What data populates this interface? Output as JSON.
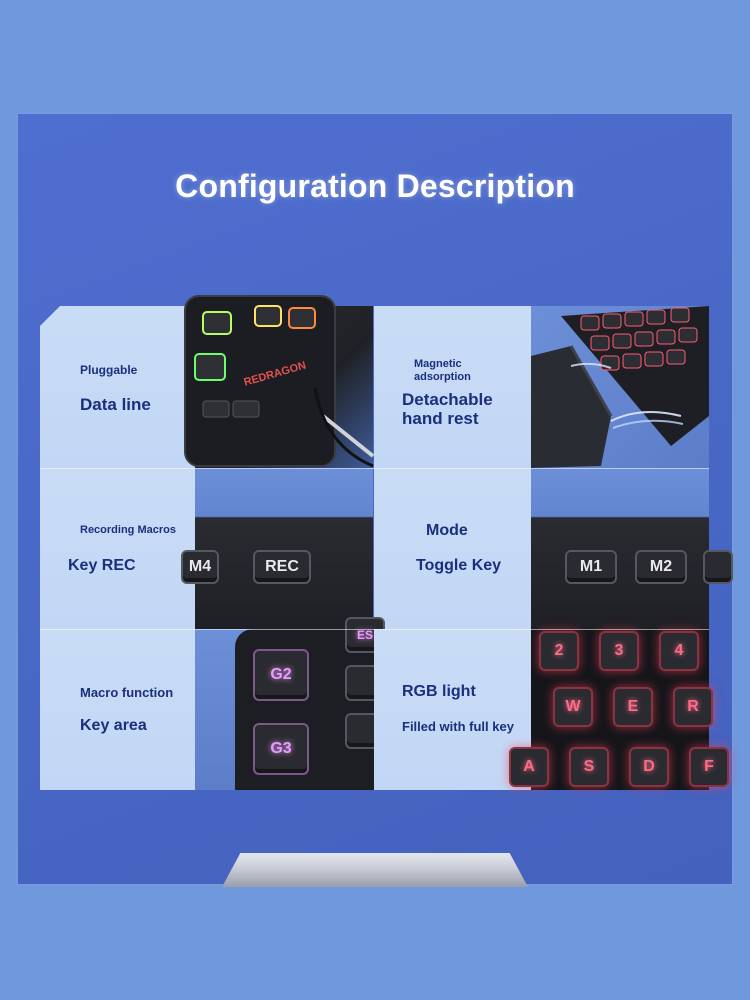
{
  "title": "Configuration Description",
  "colors": {
    "background": "#6f98dd",
    "panel": "#4a68c6",
    "card_label_bg": "#c6d9f5",
    "label_text": "#1a2f7d"
  },
  "cards": [
    {
      "small": "Pluggable",
      "large": "Data line",
      "photo_keys": []
    },
    {
      "small": "Magnetic adsorption",
      "large": "Detachable hand rest",
      "photo_keys": []
    },
    {
      "small": "Recording Macros",
      "large": "Key REC",
      "photo_keys": [
        "M4",
        "REC"
      ]
    },
    {
      "small": "Mode",
      "large": "Toggle Key",
      "photo_keys": [
        "M1",
        "M2"
      ]
    },
    {
      "small": "Macro function",
      "large": "Key area",
      "photo_keys": [
        "G2",
        "G3",
        "ES"
      ]
    },
    {
      "small": "RGB light",
      "large": "Filled with full key",
      "photo_keys": [
        "2",
        "3",
        "4",
        "W",
        "E",
        "R",
        "A",
        "S",
        "D",
        "F"
      ]
    }
  ],
  "logo_text": "REDRAGON"
}
